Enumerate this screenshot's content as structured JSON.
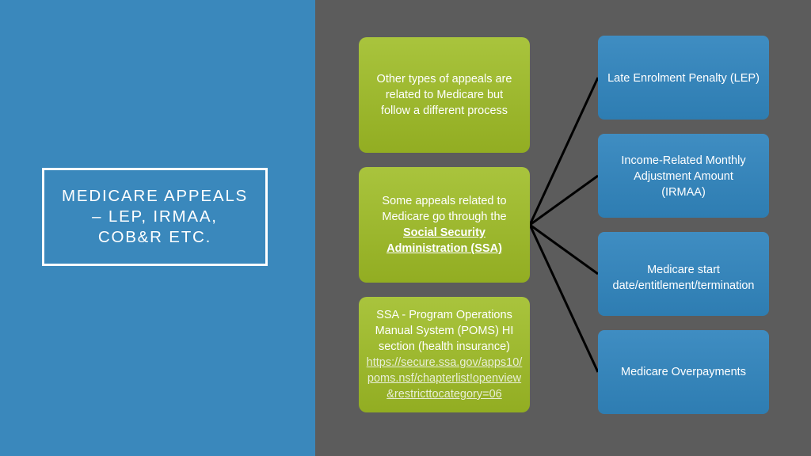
{
  "title": "MEDICARE APPEALS\n– LEP, IRMAA,\nCOB&R ETC.",
  "colors": {
    "left_panel": "#3a88bc",
    "right_panel": "#5c5c5c",
    "green_box": "#9ab82c",
    "blue_box": "#3585ba",
    "connector": "#000000"
  },
  "green_boxes": {
    "other_types": "Other types of appeals are related to Medicare but follow a different process",
    "ssa_intro": "Some appeals related to Medicare go through the",
    "ssa_link": "Social Security Administration (SSA)",
    "poms_text": "SSA - Program Operations Manual System (POMS) HI section (health insurance)",
    "poms_url": "https://secure.ssa.gov/apps10/poms.nsf/chapterlist!openview&restricttocategory=06"
  },
  "blue_boxes": [
    "Late Enrolment Penalty (LEP)",
    "Income-Related Monthly Adjustment Amount (IRMAA)",
    "Medicare start date/entitlement/termination",
    "Medicare Overpayments"
  ]
}
